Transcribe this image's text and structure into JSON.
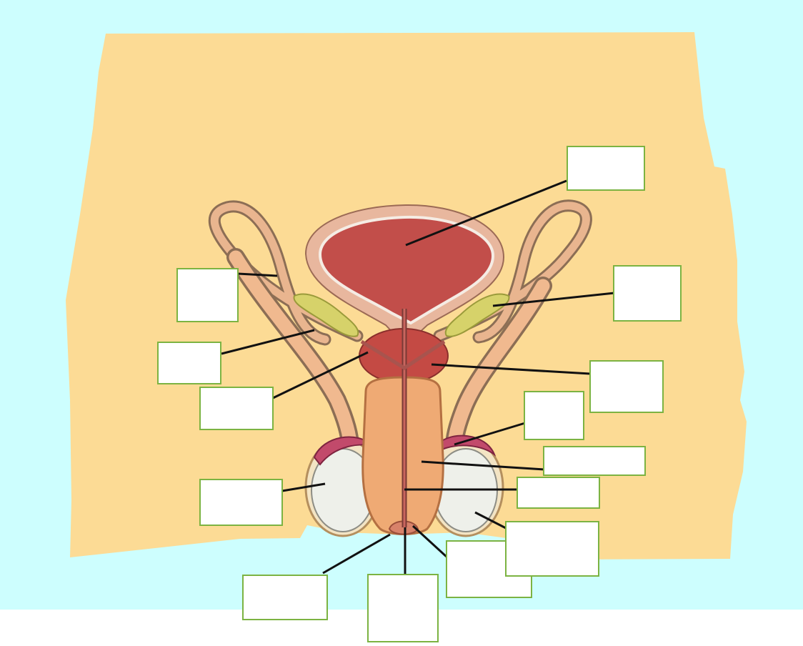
{
  "diagram": {
    "colors": {
      "background": "#cdfefe",
      "body": "#fcdb95",
      "bladder": "#c24e4a",
      "bladder_wall": "#e6a38c",
      "prostate": "#c44a44",
      "penis": "#efaa74",
      "testis": "#eef0ea",
      "epididymis": "#c24a6b",
      "seminal_vesicle": "#d6d26a",
      "vas_deferens": "#dd9f85",
      "urethra": "#b0504d",
      "leader_line": "#111111",
      "label_border": "#7cb342"
    },
    "labels": [
      {
        "id": "bladder",
        "text": ""
      },
      {
        "id": "seminal-vesicle",
        "text": ""
      },
      {
        "id": "vas-deferens",
        "text": ""
      },
      {
        "id": "ejaculatory-duct",
        "text": ""
      },
      {
        "id": "prostate",
        "text": ""
      },
      {
        "id": "epididymis",
        "text": ""
      },
      {
        "id": "penis-body",
        "text": ""
      },
      {
        "id": "urethra",
        "text": ""
      },
      {
        "id": "testis",
        "text": ""
      },
      {
        "id": "scrotum",
        "text": ""
      },
      {
        "id": "glans",
        "text": ""
      },
      {
        "id": "urethral-opening",
        "text": ""
      },
      {
        "id": "foreskin",
        "text": ""
      }
    ]
  }
}
